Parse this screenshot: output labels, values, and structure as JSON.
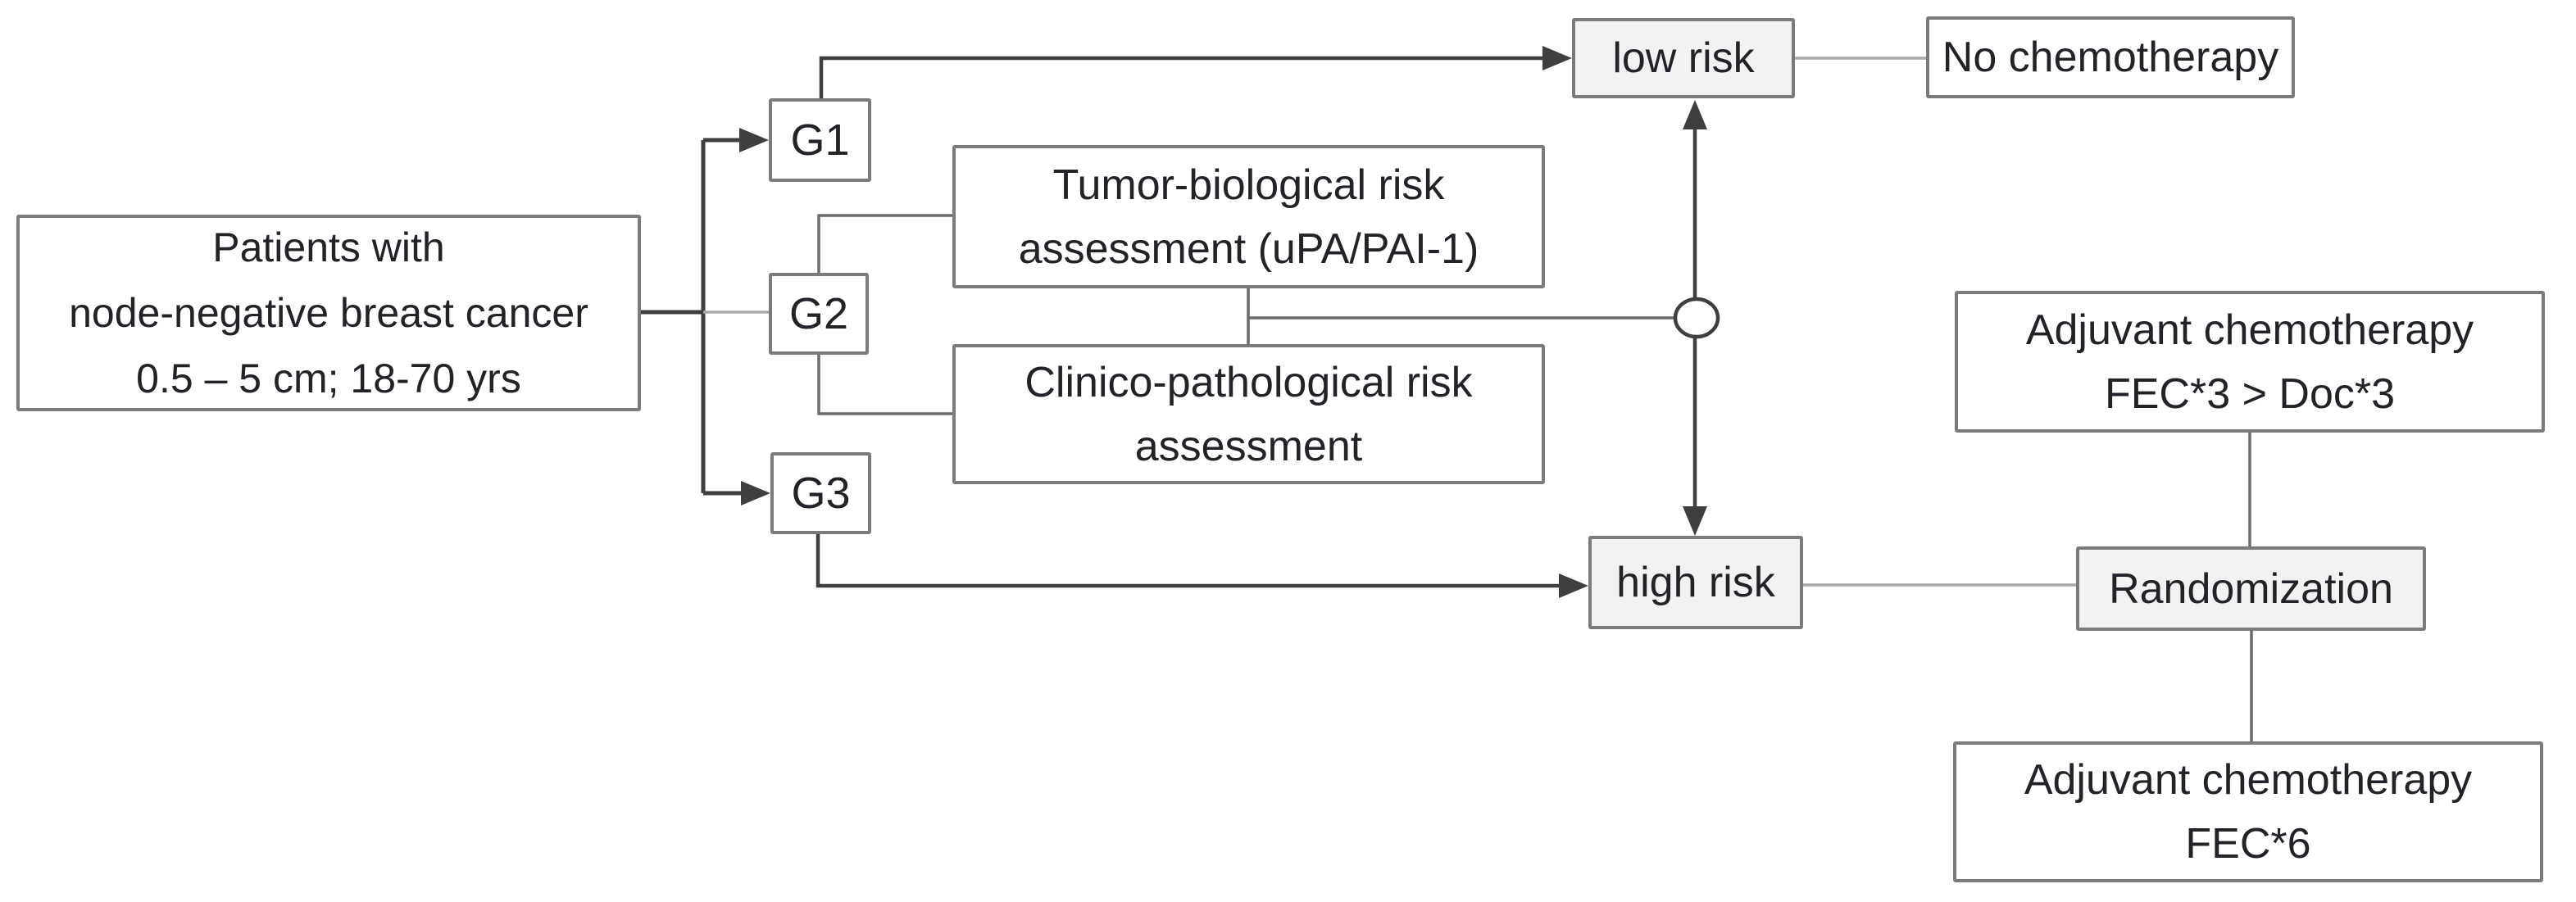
{
  "colors": {
    "border": "#7b7b7b",
    "text": "#212329",
    "line_dark": "#3f3f3f",
    "line_mid": "#6b6b6b",
    "line_light": "#a9a9a9",
    "node_bg": "#ffffff",
    "node_shaded": "#f2f2f2",
    "background": "#ffffff"
  },
  "nodes": {
    "patient": {
      "line1": "Patients with",
      "line2": "node-negative breast cancer",
      "line3": "0.5 – 5 cm; 18-70 yrs"
    },
    "g1": {
      "label": "G1"
    },
    "g2": {
      "label": "G2"
    },
    "g3": {
      "label": "G3"
    },
    "tumor": {
      "line1": "Tumor-biological risk",
      "line2": "assessment (uPA/PAI-1)"
    },
    "clinico": {
      "line1": "Clinico-pathological risk",
      "line2": "assessment"
    },
    "low_risk": {
      "label": "low risk"
    },
    "no_chemo": {
      "label": "No chemotherapy"
    },
    "high_risk": {
      "label": "high risk"
    },
    "randomization": {
      "label": "Randomization"
    },
    "adjuvant_fec3": {
      "line1": "Adjuvant chemotherapy",
      "line2": "FEC*3 > Doc*3"
    },
    "adjuvant_fec6": {
      "line1": "Adjuvant chemotherapy",
      "line2": "FEC*6"
    }
  },
  "edges": [
    {
      "from": "patient",
      "to": "g1",
      "style": "dark-arrow"
    },
    {
      "from": "patient",
      "to": "g2",
      "style": "light-line"
    },
    {
      "from": "patient",
      "to": "g3",
      "style": "dark-arrow"
    },
    {
      "from": "g2",
      "to": "tumor",
      "style": "mid-line"
    },
    {
      "from": "g2",
      "to": "clinico",
      "style": "mid-line"
    },
    {
      "from": "g1",
      "to": "low_risk",
      "style": "dark-arrow"
    },
    {
      "from": "g3",
      "to": "high_risk",
      "style": "dark-arrow"
    },
    {
      "from": "assessments",
      "to": "junction-circle",
      "style": "mid-line"
    },
    {
      "from": "junction-circle",
      "to": "low_risk",
      "style": "dark-arrow-up"
    },
    {
      "from": "junction-circle",
      "to": "high_risk",
      "style": "dark-arrow-down"
    },
    {
      "from": "low_risk",
      "to": "no_chemo",
      "style": "light-line"
    },
    {
      "from": "high_risk",
      "to": "randomization",
      "style": "light-line"
    },
    {
      "from": "adjuvant_fec3",
      "to": "randomization",
      "style": "light-line"
    },
    {
      "from": "randomization",
      "to": "adjuvant_fec6",
      "style": "light-line"
    }
  ]
}
